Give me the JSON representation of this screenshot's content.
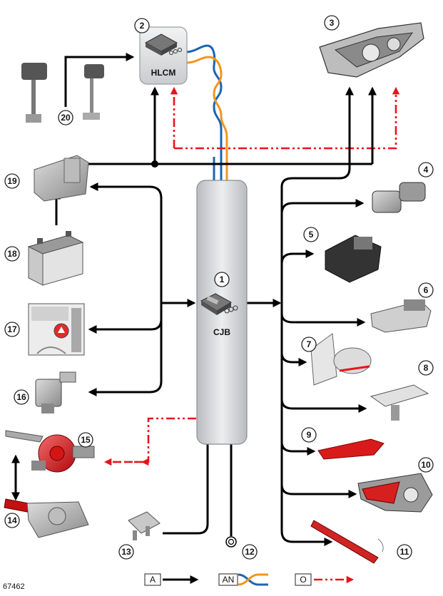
{
  "modules": {
    "central": "CJB",
    "headlamp_leveling": "HLCM"
  },
  "component_numbers": [
    "1",
    "2",
    "3",
    "4",
    "5",
    "6",
    "7",
    "8",
    "9",
    "10",
    "11",
    "12",
    "13",
    "14",
    "15",
    "16",
    "17",
    "18",
    "19",
    "20"
  ],
  "legend": {
    "a": "A",
    "an": "AN",
    "o": "O"
  },
  "figure_id": "67462",
  "colors": {
    "hardwired": "#000000",
    "can_orange": "#f0961e",
    "can_blue": "#1a64b4",
    "optical_red": "#e8141b",
    "cjb_fill": "#d4d6d8"
  }
}
